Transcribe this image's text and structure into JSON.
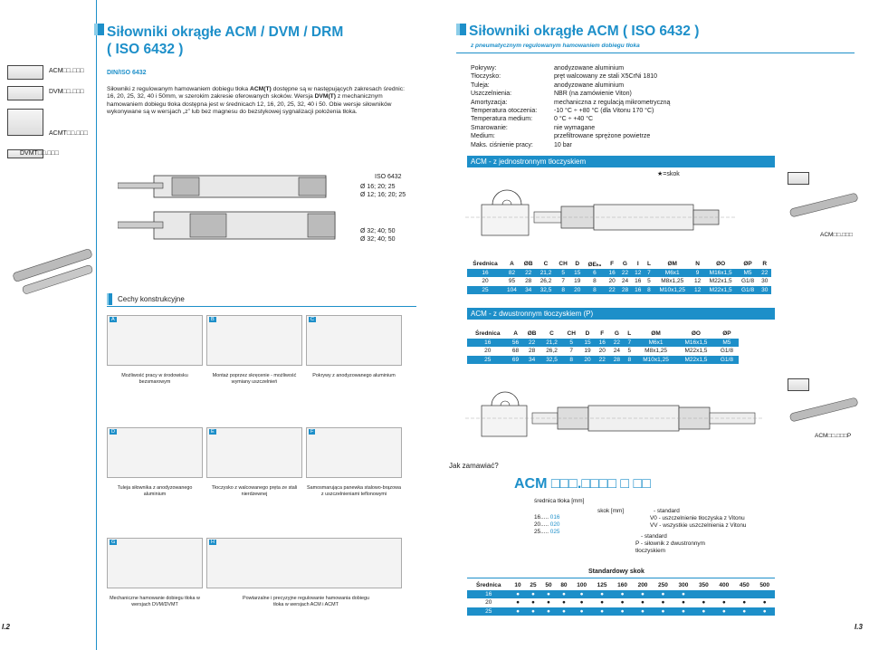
{
  "left": {
    "title_line1": "Siłowniki okrągłe ACM / DVM / DRM",
    "title_line2": "( ISO 6432 )",
    "din": "DIN/ISO 6432",
    "intro_p1_a": "Siłowniki z regulowanym hamowaniem dobiegu tłoka ",
    "intro_p1_b": "ACM(T)",
    "intro_p1_c": " dostępne są w następujących zakresach średnic: 16, 20, 25, 32, 40 i 50mm, w szerokim zakresie oferowanych skoków.",
    "intro_p2_a": "Wersja ",
    "intro_p2_b": "DVM(T)",
    "intro_p2_c": " z mechanicznym hamowaniem dobiegu tłoka dostępna jest w średnicach 12, 16, 20, 25, 32, 40 i 50. Obie wersje siłowników wykonywane są w wersjach „z” lub bez magnesu do bezstykowej sygnalizacji położenia tłoka.",
    "side_labels": [
      "ACM□□.□□□",
      "DVM□□.□□□",
      "ACMT□□.□□□",
      "DVMT□□.□□□"
    ],
    "iso_label": "ISO 6432",
    "iso_d1": "Ø 16; 20; 25",
    "iso_d2": "Ø 12; 16; 20; 25",
    "iso_d3": "Ø 32; 40; 50",
    "iso_d4": "Ø 32; 40; 50",
    "features_title": "Cechy konstrukcyjne",
    "features": [
      {
        "label": "A",
        "caption": "Możliwość pracy w środowisku bezsmarowym"
      },
      {
        "label": "B",
        "caption": "Montaż poprzez skręcenie - możliwość wymiany uszczelnień"
      },
      {
        "label": "C",
        "caption": "Pokrywy z anodyzowanego aluminium"
      },
      {
        "label": "D",
        "caption": "Tuleja siłownika z anodyzowanego aluminium"
      },
      {
        "label": "E",
        "caption": "Tłoczysko z walcowanego pręta ze stali nierdzewnej"
      },
      {
        "label": "F",
        "caption": "Samosmarująca panewka stalowo-brązowa z uszczelnieniami teflonowymi"
      },
      {
        "label": "G",
        "caption": "Mechaniczne hamowanie dobiegu tłoka w wersjach DVM/DVMT"
      },
      {
        "label": "H",
        "caption": "Powtarzalne i precyzyjne regulowanie hamowania dobiegu tłoka w wersjach ACM i ACMT"
      }
    ],
    "page_no": "I.2"
  },
  "right": {
    "title": "Siłowniki okrągłe ACM ( ISO 6432 )",
    "subtitle": "z pneumatycznym regulowanym hamowaniem dobiegu tłoka",
    "specs": [
      {
        "k": "Pokrywy:",
        "v": "anodyzowane aluminium"
      },
      {
        "k": "Tłoczysko:",
        "v": "pręt walcowany ze stali X5CrNi 1810"
      },
      {
        "k": "Tuleja:",
        "v": "anodyzowane aluminium"
      },
      {
        "k": "Uszczelnienia:",
        "v": "NBR (na zamówienie Viton)"
      },
      {
        "k": "Amortyzacja:",
        "v": "mechaniczna z regulacją mikrometryczną"
      },
      {
        "k": "Temperatura otoczenia:",
        "v": "-10 °C ÷ +80 °C (dla Vitonu 170 °C)"
      },
      {
        "k": "Temperatura medium:",
        "v": "0 °C ÷ +40 °C"
      },
      {
        "k": "Smarowanie:",
        "v": "nie wymagane"
      },
      {
        "k": "Medium:",
        "v": "przefiltrowane sprężone powietrze"
      },
      {
        "k": "Maks. ciśnienie pracy:",
        "v": "10 bar"
      }
    ],
    "single_title": "ACM - z jednostronnym tłoczyskiem",
    "single_star": "★=skok",
    "single_code": "ACM□□.□□□",
    "single_headers": [
      "Średnica",
      "A",
      "ØB",
      "C",
      "CH",
      "D",
      "ØEₕ₉",
      "F",
      "G",
      "I",
      "L",
      "ØM",
      "N",
      "ØO",
      "ØP",
      "R"
    ],
    "single_rows": [
      [
        "16",
        "82",
        "22",
        "21,2",
        "5",
        "15",
        "6",
        "16",
        "22",
        "12",
        "7",
        "M6x1",
        "9",
        "M16x1,5",
        "M5",
        "22"
      ],
      [
        "20",
        "95",
        "28",
        "26,2",
        "7",
        "19",
        "8",
        "20",
        "24",
        "16",
        "5",
        "M8x1,25",
        "12",
        "M22x1,5",
        "G1/8",
        "30"
      ],
      [
        "25",
        "104",
        "34",
        "32,5",
        "8",
        "20",
        "8",
        "22",
        "28",
        "16",
        "8",
        "M10x1,25",
        "12",
        "M22x1,5",
        "G1/8",
        "30"
      ]
    ],
    "double_title": "ACM - z dwustronnym tłoczyskiem (P)",
    "double_code": "ACM□□.□□□P",
    "double_headers": [
      "Średnica",
      "A",
      "ØB",
      "C",
      "CH",
      "D",
      "F",
      "G",
      "L",
      "ØM",
      "ØO",
      "ØP"
    ],
    "double_rows": [
      [
        "16",
        "56",
        "22",
        "21,2",
        "5",
        "15",
        "16",
        "22",
        "7",
        "M6x1",
        "M16x1,5",
        "M5"
      ],
      [
        "20",
        "68",
        "28",
        "26,2",
        "7",
        "19",
        "20",
        "24",
        "5",
        "M8x1,25",
        "M22x1,5",
        "G1/8"
      ],
      [
        "25",
        "69",
        "34",
        "32,5",
        "8",
        "20",
        "22",
        "28",
        "8",
        "M10x1,25",
        "M22x1,5",
        "G1/8"
      ]
    ],
    "order_title": "Jak zamawiać?",
    "order_code": "ACM □□□.□□□□ □ □□",
    "order_diam_label": "średnica tłoka [mm]",
    "order_diam_16": "16.....",
    "order_diam_16v": "016",
    "order_diam_20": "20.....",
    "order_diam_20v": "020",
    "order_diam_25": "25.....",
    "order_diam_25v": "025",
    "order_stroke": "skok [mm]",
    "order_opt1": "- standard",
    "order_opt2": "V0 - uszczelnienie tłoczyska z Vitonu",
    "order_opt3": "VV - wszystkie uszczelnienia z Vitonu",
    "order_opt4": "- standard",
    "order_opt5": "P - siłownik z dwustronnym tłoczyskiem",
    "std_title": "Standardowy skok",
    "std_headers": [
      "Średnica",
      "10",
      "25",
      "50",
      "80",
      "100",
      "125",
      "160",
      "200",
      "250",
      "300",
      "350",
      "400",
      "450",
      "500"
    ],
    "std_rows": [
      [
        "16",
        "●",
        "●",
        "●",
        "●",
        "●",
        "●",
        "●",
        "●",
        "●",
        "●",
        "",
        "",
        "",
        ""
      ],
      [
        "20",
        "●",
        "●",
        "●",
        "●",
        "●",
        "●",
        "●",
        "●",
        "●",
        "●",
        "●",
        "●",
        "●",
        "●"
      ],
      [
        "25",
        "●",
        "●",
        "●",
        "●",
        "●",
        "●",
        "●",
        "●",
        "●",
        "●",
        "●",
        "●",
        "●",
        "●"
      ]
    ],
    "page_no": "I.3"
  },
  "colors": {
    "accent": "#1d8fc9",
    "accent_light": "#8ccde9"
  }
}
